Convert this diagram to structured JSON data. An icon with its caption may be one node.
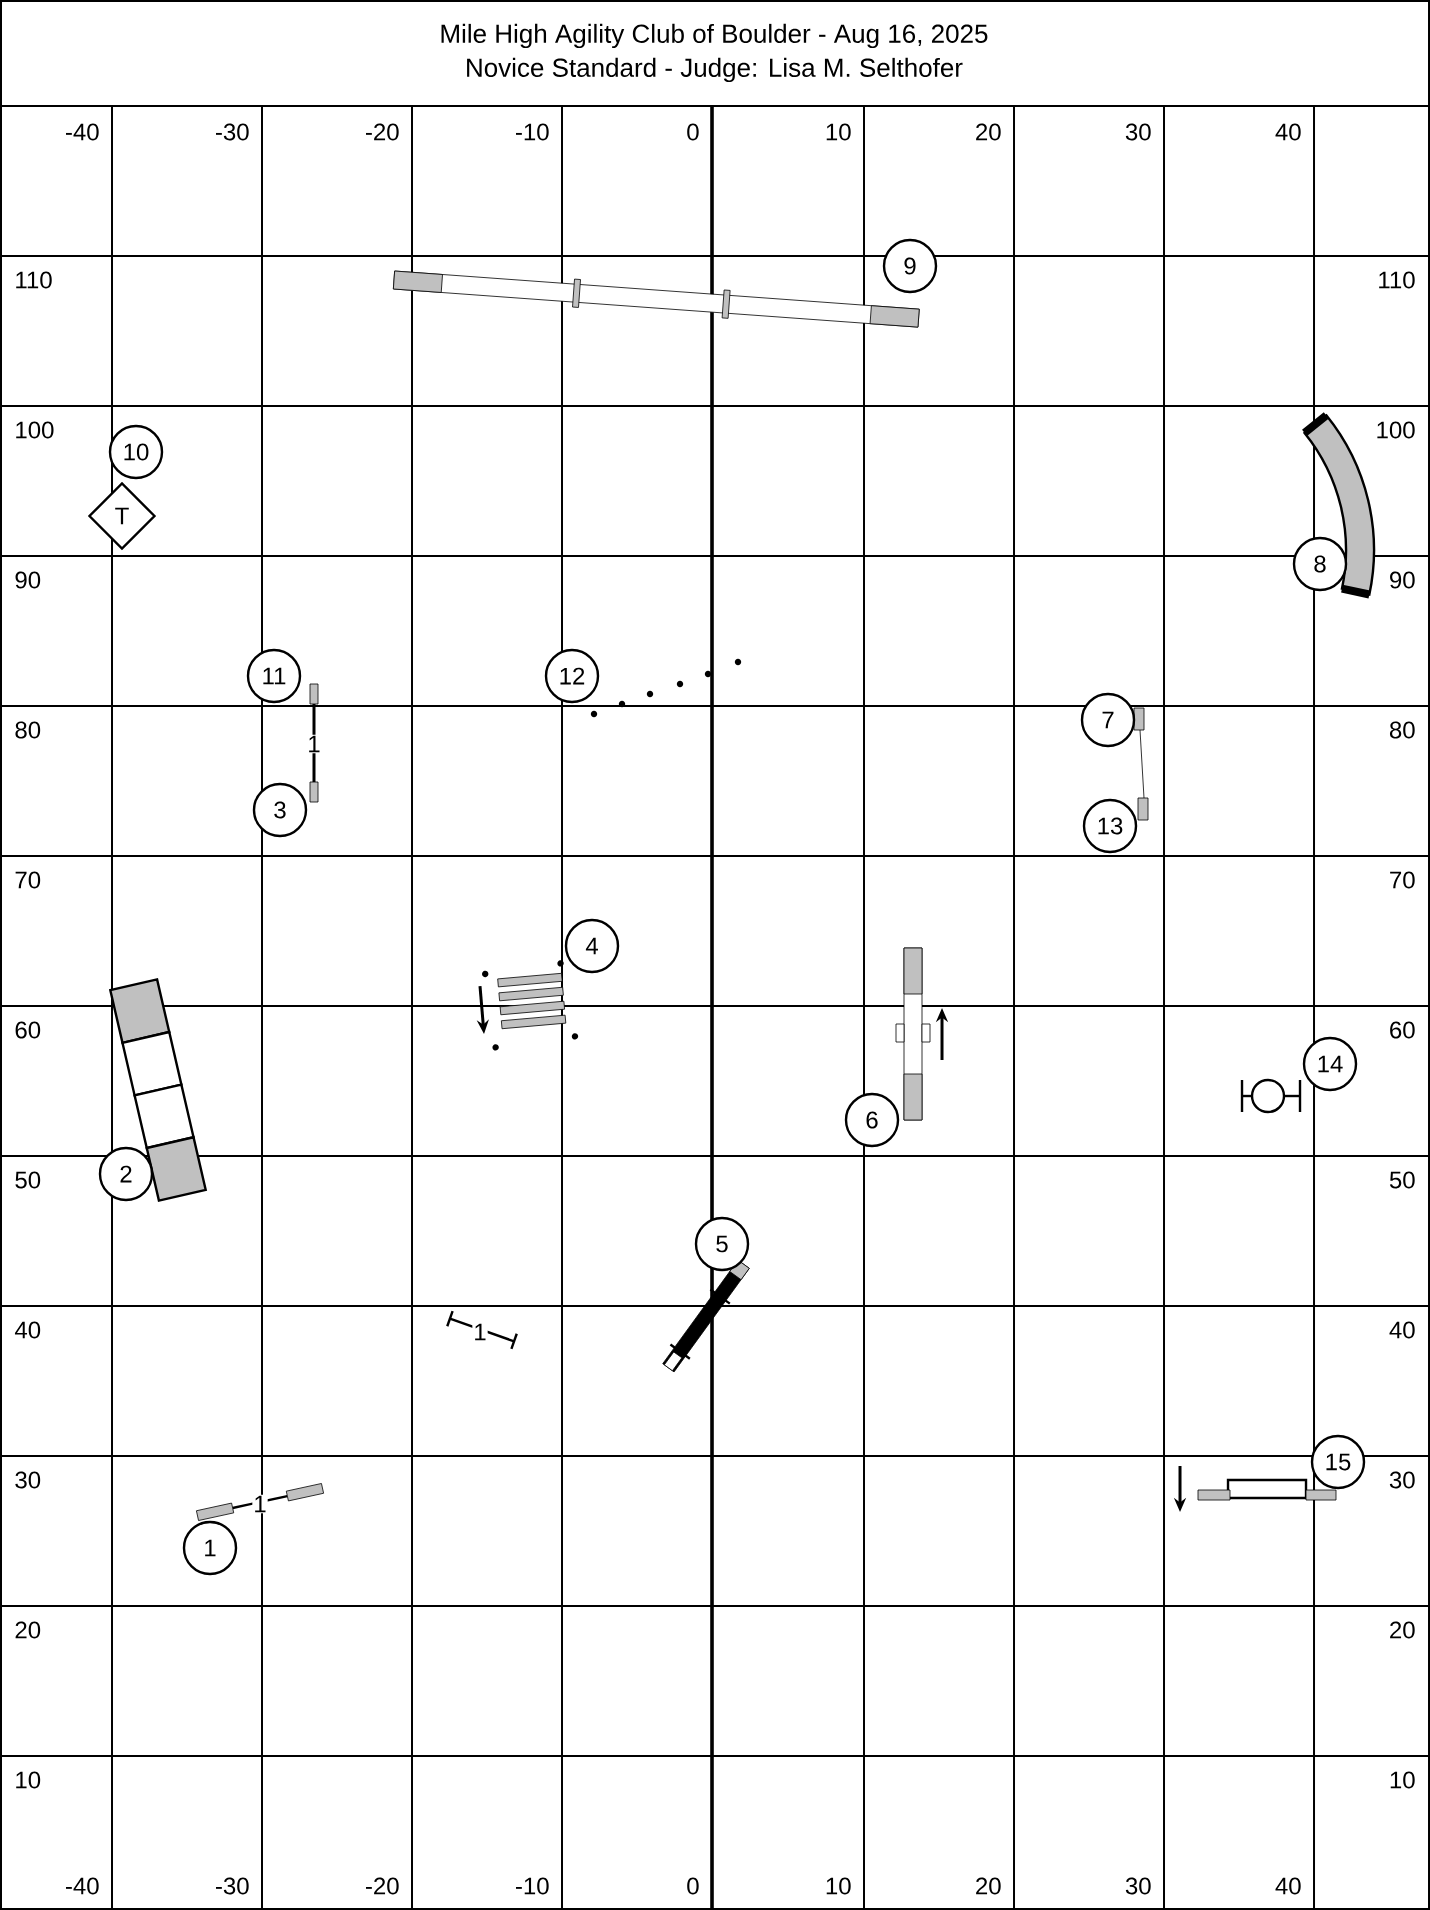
{
  "diagram": {
    "title": "Mile High Agility Club of Boulder - Aug 16, 2025",
    "nodes": [
      {
        "text": [
          "1"
        ]
      },
      {
        "text": [
          "2"
        ]
      },
      {
        "text": [
          "3"
        ]
      },
      {
        "text": [
          "4"
        ]
      },
      {
        "text": [
          "5"
        ]
      },
      {
        "text": [
          "6"
        ]
      },
      {
        "text": [
          "7"
        ]
      },
      {
        "text": [
          "8"
        ]
      },
      {
        "text": [
          "9"
        ]
      },
      {
        "text": [
          "10"
        ]
      },
      {
        "text": [
          "11"
        ]
      },
      {
        "text": [
          "12"
        ]
      },
      {
        "text": [
          "13"
        ]
      },
      {
        "text": [
          "14"
        ]
      },
      {
        "text": [
          "15"
        ]
      },
      {
        "text": [
          "T"
        ]
      }
    ],
    "labels": [
      "Novice Standard - Judge: Lisa M. Selthofer",
      "-40",
      "-30",
      "-20",
      "-10",
      "0",
      "10",
      "20",
      "30",
      "40",
      "110",
      "110",
      "100",
      "100",
      "90",
      "90",
      "80",
      "80",
      "70",
      "70",
      "60",
      "60",
      "50",
      "50",
      "40",
      "40",
      "30",
      "30",
      "20",
      "20",
      "10",
      "10",
      "-40",
      "-30",
      "-20",
      "-10",
      "0",
      "10",
      "20",
      "30",
      "40",
      "1",
      "1",
      "1"
    ]
  }
}
